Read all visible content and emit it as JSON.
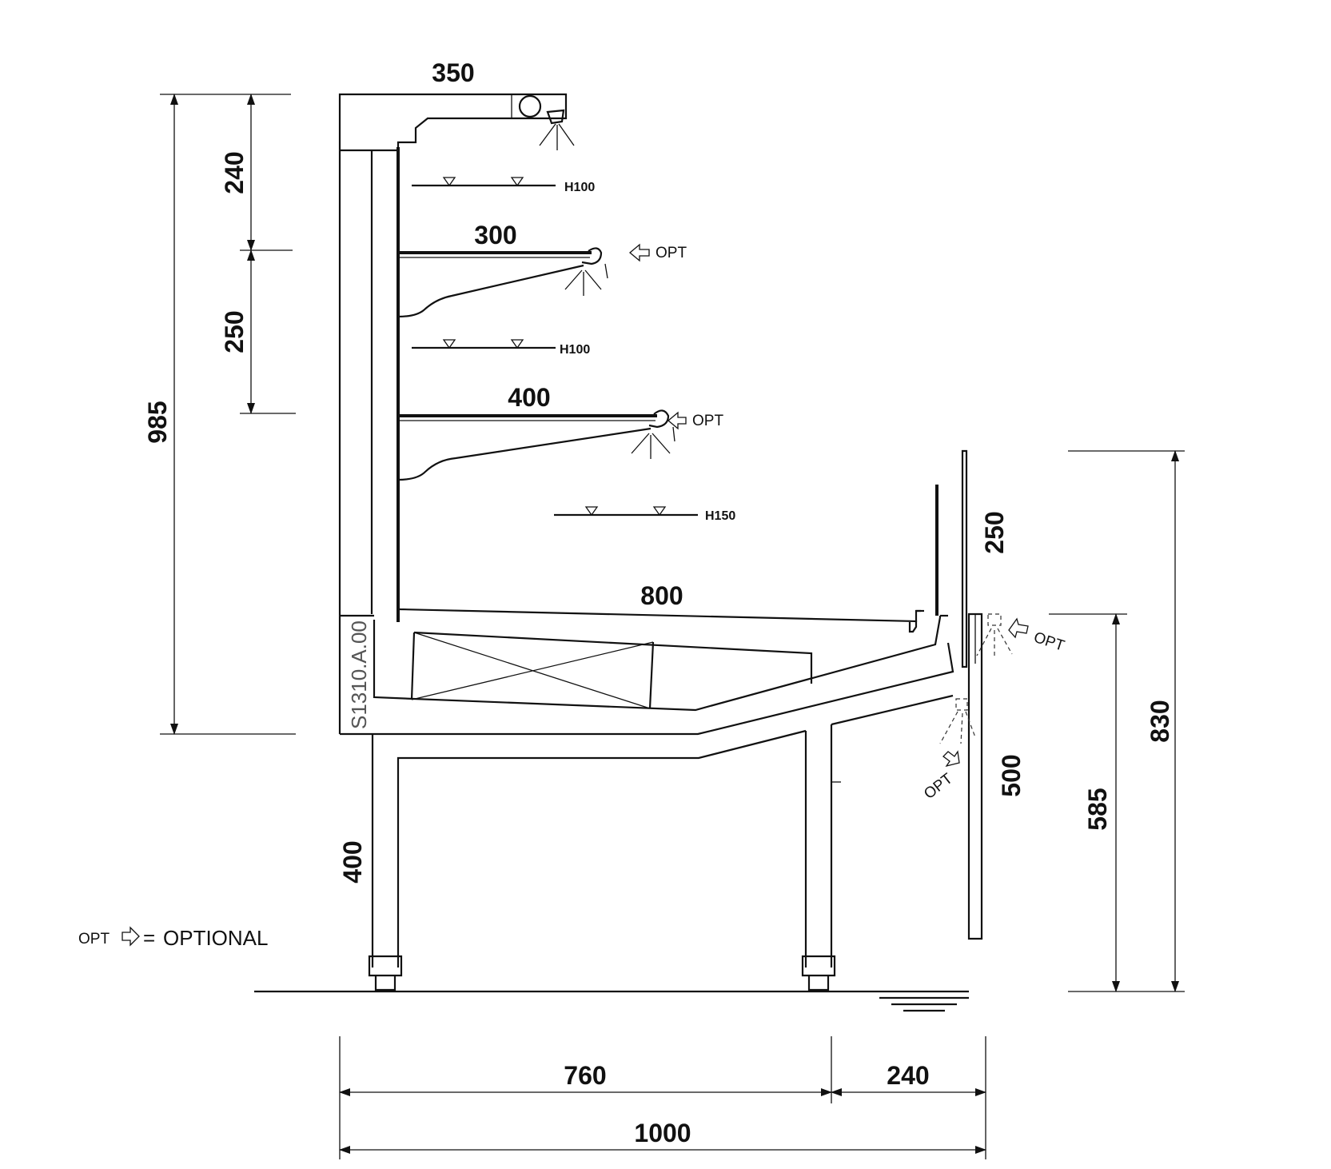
{
  "dimensions": {
    "top_width": "350",
    "top_gap": "240",
    "shelf_gap": "250",
    "total_height": "985",
    "upper_shelf": "300",
    "lower_shelf": "400",
    "base_depth": "800",
    "front_glass": "250",
    "front_panel": "500",
    "rear_height": "400",
    "counter_height": "585",
    "front_height": "830",
    "body_width": "760",
    "front_width": "240",
    "total_width": "1000"
  },
  "labels": {
    "h100_top": "H100",
    "h100_mid": "H100",
    "h150": "H150",
    "opt_1": "OPT",
    "opt_2": "OPT",
    "opt_3": "OPT",
    "opt_4": "OPT",
    "model_code": "S1310.A.00"
  },
  "legend": {
    "opt": "OPT",
    "equals": "=",
    "meaning": "OPTIONAL"
  }
}
